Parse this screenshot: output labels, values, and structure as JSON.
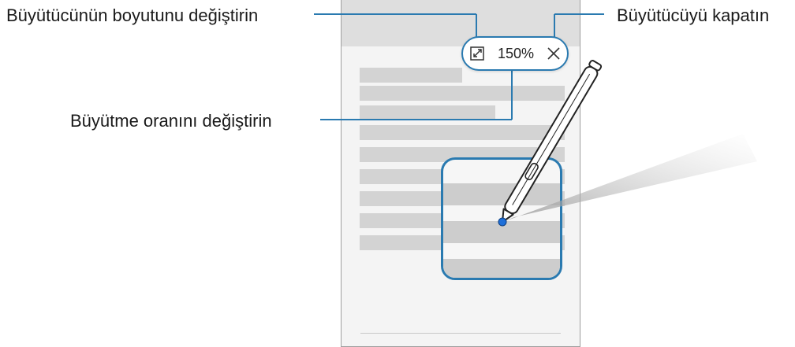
{
  "callouts": {
    "resize": "Büyütücünün boyutunu değiştirin",
    "close": "Büyütücüyü kapatın",
    "zoom_ratio": "Büyütme oranını değiştirin"
  },
  "magnifier_toolbar": {
    "zoom_value": "150%",
    "resize_icon": "resize-icon",
    "close_icon": "close-icon"
  },
  "colors": {
    "accent": "#2a7ab0",
    "pointer": "#1e6fd9",
    "text_bar": "#d3d3d3",
    "screen_bg": "#f4f4f4"
  }
}
